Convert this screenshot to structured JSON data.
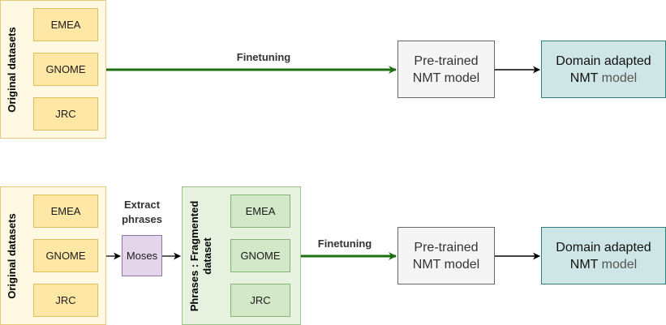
{
  "top_row": {
    "group_label": "Original datasets",
    "datasets": [
      "EMEA",
      "GNOME",
      "JRC"
    ],
    "edge_label": "Finetuning",
    "pretrained": {
      "line1": "Pre-trained",
      "line2": "NMT model"
    },
    "adapted": {
      "line1": "Domain adapted",
      "line2a": "NMT",
      "line2b": "model"
    }
  },
  "bottom_row": {
    "group_label": "Original datasets",
    "datasets": [
      "EMEA",
      "GNOME",
      "JRC"
    ],
    "extract_label": "Extract\nphrases",
    "tool": "Moses",
    "fragment_label_line1": "Phrases : Fragmented",
    "fragment_label_line2": "dataset",
    "fragment_datasets": [
      "EMEA",
      "GNOME",
      "JRC"
    ],
    "edge_label": "Finetuning",
    "pretrained": {
      "line1": "Pre-trained",
      "line2": "NMT model"
    },
    "adapted": {
      "line1": "Domain adapted",
      "line2a": "NMT",
      "line2b": "model"
    }
  },
  "colors": {
    "finetune_arrow": "#1e6f12",
    "plain_arrow": "#000000",
    "dataset_fill": "#ffe8a6",
    "fragment_fill": "#d3e8c8",
    "tool_fill": "#e3d6ea",
    "adapted_fill": "#cfe6e6"
  }
}
